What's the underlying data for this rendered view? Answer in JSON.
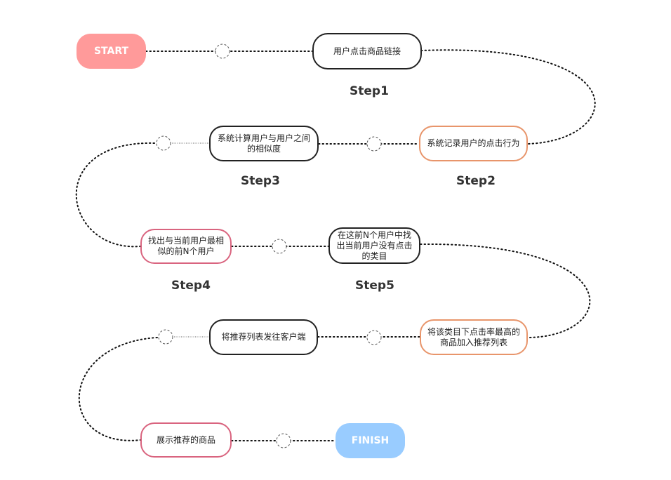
{
  "start_label": "START",
  "finish_label": "FINISH",
  "nodes": {
    "click_link": "用户点击商品链接",
    "record_behavior": "系统记录用户的点击行为",
    "compute_similarity": "系统计算用户与用户之间的相似度",
    "find_similar_users": "找出与当前用户最相似的前N个用户",
    "find_unclicked_categories": "在这前N个用户中找出当前用户没有点击的类目",
    "add_top_products": "将该类目下点击率最高的商品加入推荐列表",
    "send_to_client": "将推荐列表发往客户端",
    "show_recommendations": "展示推荐的商品"
  },
  "steps": [
    "Step1",
    "Step2",
    "Step3",
    "Step4",
    "Step5"
  ],
  "colors": {
    "start": "#ff9a9a",
    "finish": "#99ccff",
    "orange_border": "#e8956b",
    "pink_border": "#d9647f",
    "black_border": "#222222"
  }
}
